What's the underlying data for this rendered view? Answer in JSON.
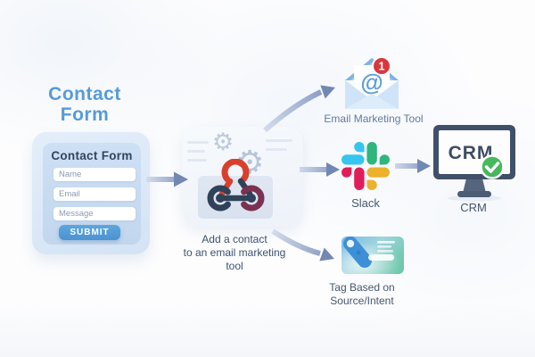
{
  "title": "Contact form automation workflow diagram",
  "heading": {
    "line1": "Contact",
    "line2": "Form"
  },
  "form": {
    "title": "Contact Form",
    "fields": [
      {
        "name": "name",
        "placeholder": "Name",
        "value": ""
      },
      {
        "name": "email",
        "placeholder": "Email",
        "value": ""
      },
      {
        "name": "message",
        "placeholder": "Message",
        "value": ""
      }
    ],
    "submit_label": "SUBMIT"
  },
  "automation": {
    "icon": "webhook-with-gears",
    "gear_glyph": "⚙",
    "caption_lines": [
      "Add a contact",
      "to an email marketing",
      "tool"
    ]
  },
  "outputs": {
    "email": {
      "label": "Email Marketing Tool",
      "badge_count": "1",
      "at_symbol": "@"
    },
    "slack": {
      "label": "Slack"
    },
    "tag": {
      "label_lines": [
        "Tag Based on",
        "Source/Intent"
      ]
    },
    "crm": {
      "label": "CRM",
      "screen_text": "CRM"
    }
  },
  "colors": {
    "heading_blue": "#569bd9",
    "submit_blue": "#4f96d4",
    "arrow_steel": "#7288b3",
    "webhook_red": "#d8402e",
    "webhook_navy": "#2f4257",
    "webhook_maroon": "#7b3150",
    "badge_red": "#d8383d",
    "check_green": "#47b85c",
    "monitor_frame": "#40506a",
    "slack_blue": "#36C5F0",
    "slack_green": "#2EB67D",
    "slack_red": "#E01E5A",
    "slack_yellow": "#ECB22E",
    "tag_blue": "#3d8fd8",
    "tag_card_left": "#7cb9e9",
    "tag_card_right": "#6fc9ad"
  }
}
